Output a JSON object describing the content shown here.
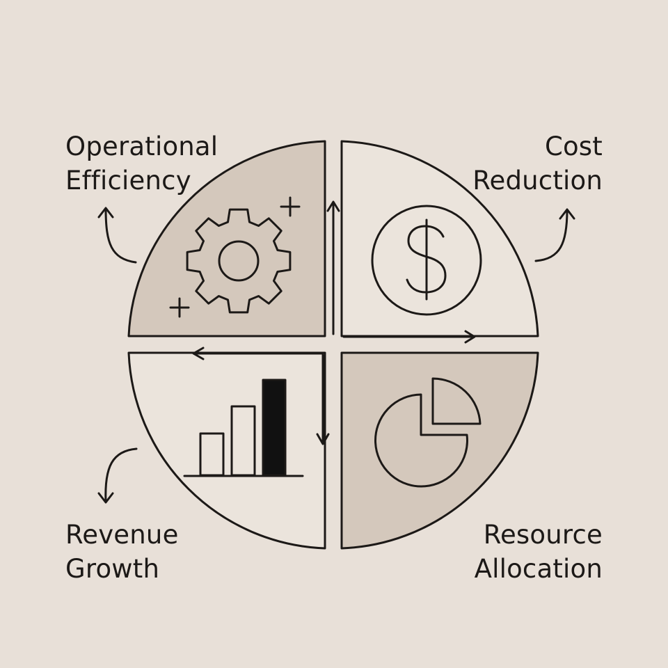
{
  "colors": {
    "background": "#e8e0d8",
    "shaded_fill": "#d4c8bc",
    "light_fill": "#ebe4dc",
    "stroke": "#1c1917"
  },
  "quadrants": {
    "top_left": {
      "label_line1": "Operational",
      "label_line2": "Efficiency",
      "icon": "gear-icon",
      "shaded": true
    },
    "top_right": {
      "label_line1": "Cost",
      "label_line2": "Reduction",
      "icon": "dollar-icon",
      "shaded": false
    },
    "bottom_left": {
      "label_line1": "Revenue",
      "label_line2": "Growth",
      "icon": "bar-chart-icon",
      "shaded": false
    },
    "bottom_right": {
      "label_line1": "Resource",
      "label_line2": "Allocation",
      "icon": "pie-chart-icon",
      "shaded": true
    }
  }
}
